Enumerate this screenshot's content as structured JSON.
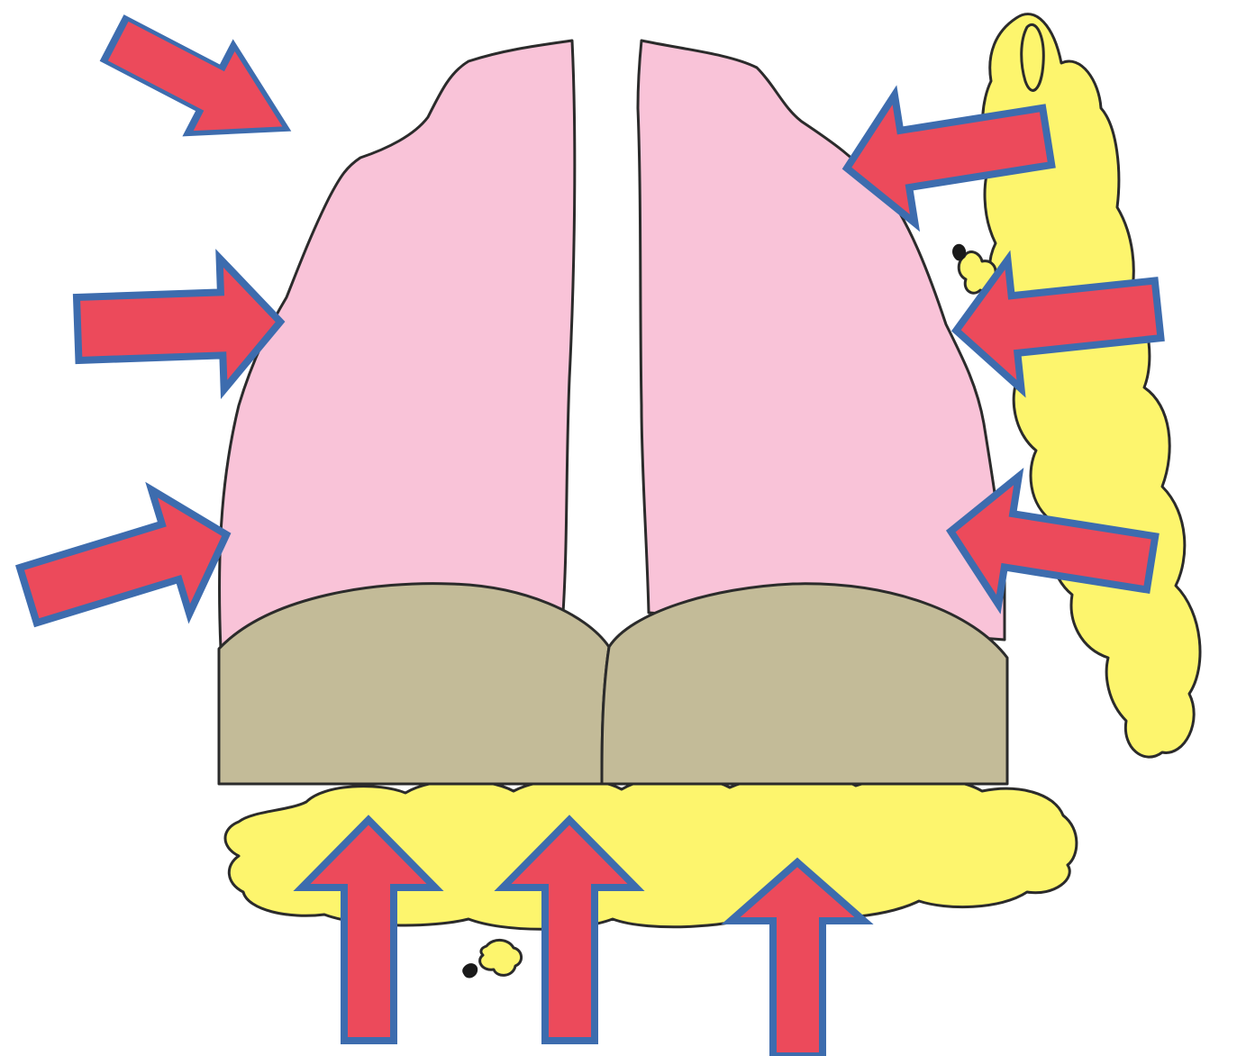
{
  "diagram": {
    "colors": {
      "lung": "#f9c3d8",
      "base": "#c3bb98",
      "fat": "#fdf56d",
      "arrow_fill": "#ec4a5b",
      "arrow_stroke": "#3d6cae",
      "outline": "#2b2b2b"
    },
    "parts": [
      "left-lung",
      "right-lung",
      "left-base",
      "right-base",
      "side-fat",
      "bottom-fat"
    ],
    "arrow_groups": [
      {
        "side": "left",
        "count": 3,
        "icon": "arrow-right"
      },
      {
        "side": "right",
        "count": 3,
        "icon": "arrow-left"
      },
      {
        "side": "bottom",
        "count": 3,
        "icon": "arrow-up"
      }
    ]
  }
}
